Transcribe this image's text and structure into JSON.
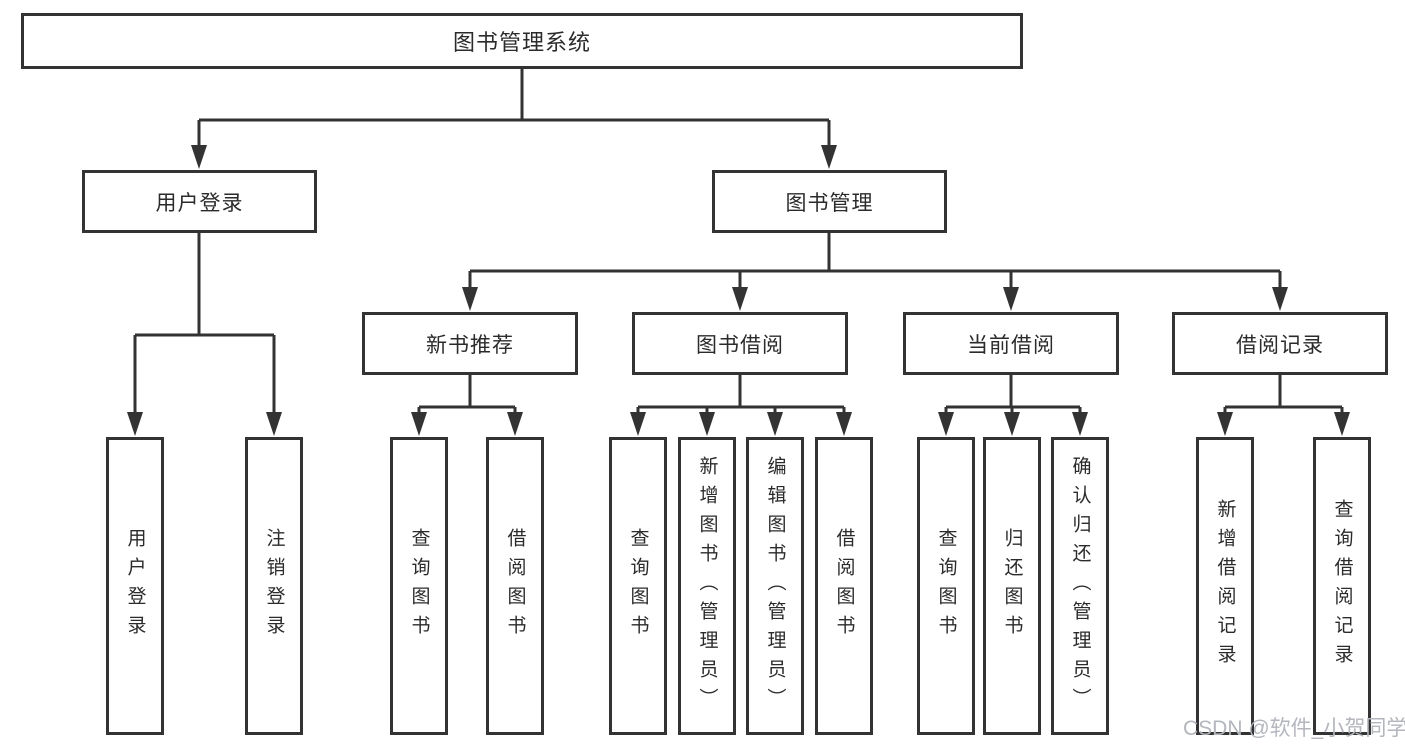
{
  "colors": {
    "line": "#333333",
    "text": "#2b2b2b",
    "watermark": "#b3b6bd",
    "background": "#ffffff"
  },
  "watermark": {
    "text": "CSDN @软件_小贺同学"
  },
  "diagram": {
    "root": {
      "label": "图书管理系统"
    },
    "level2": {
      "user_login": {
        "label": "用户登录"
      },
      "book_mgmt": {
        "label": "图书管理"
      }
    },
    "level3": {
      "new_book_rec": {
        "label": "新书推荐"
      },
      "book_borrow": {
        "label": "图书借阅"
      },
      "current_borrow": {
        "label": "当前借阅"
      },
      "borrow_records": {
        "label": "借阅记录"
      }
    },
    "leaves": {
      "user_login": {
        "label": "用户登录"
      },
      "logout": {
        "label": "注销登录"
      },
      "query_book_rec": {
        "label": "查询图书"
      },
      "borrow_book_rec": {
        "label": "借阅图书"
      },
      "query_book_borrow": {
        "label": "查询图书"
      },
      "add_book_admin": {
        "label": "新增图书（管理员）"
      },
      "edit_book_admin": {
        "label": "编辑图书（管理员）"
      },
      "borrow_book_borrow": {
        "label": "借阅图书"
      },
      "query_book_current": {
        "label": "查询图书"
      },
      "return_book": {
        "label": "归还图书"
      },
      "confirm_return_admin": {
        "label": "确认归还（管理员）"
      },
      "add_borrow_record": {
        "label": "新增借阅记录"
      },
      "query_borrow_record": {
        "label": "查询借阅记录"
      }
    }
  }
}
